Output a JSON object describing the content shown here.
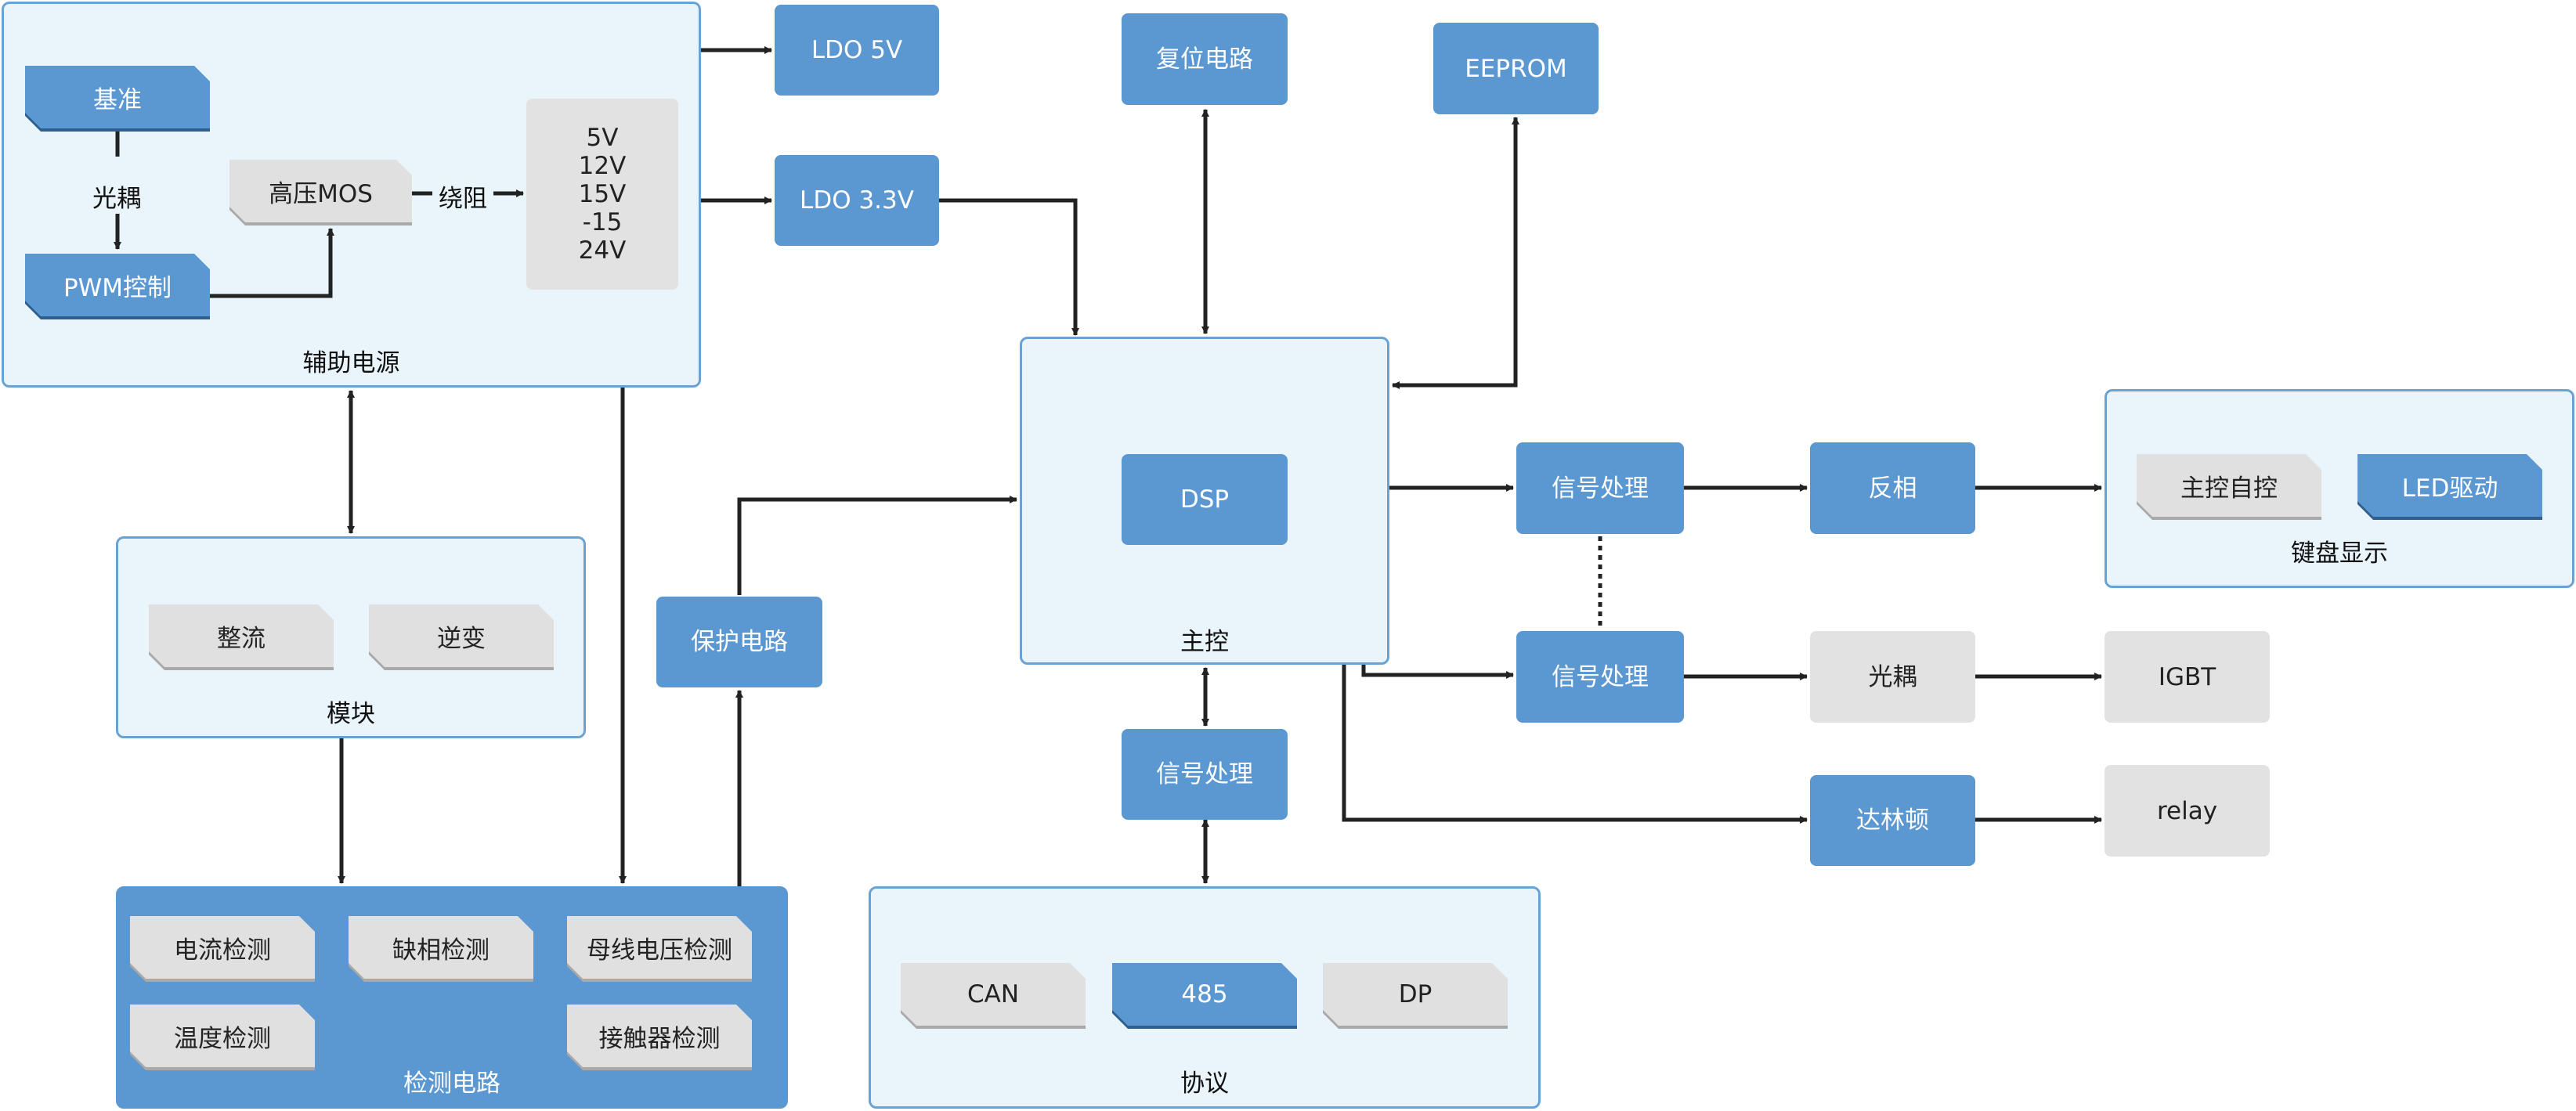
{
  "groups": {
    "aux_power": "辅助电源",
    "module": "模块",
    "detect": "检测电路",
    "main": "主控",
    "protocol": "协议",
    "keyboard": "键盘显示"
  },
  "aux": {
    "ref": "基准",
    "optocoupler": "光耦",
    "pwm": "PWM控制",
    "hv_mos": "高压MOS",
    "winding": "绕阻",
    "voltages": "5V\n12V\n15V\n-15\n24V"
  },
  "ldo5": "LDO 5V",
  "ldo33": "LDO 3.3V",
  "reset": "复位电路",
  "eeprom": "EEPROM",
  "dsp": "DSP",
  "module_items": {
    "rectifier": "整流",
    "inverter": "逆变"
  },
  "protect": "保护电路",
  "detect_items": {
    "current": "电流检测",
    "phase_loss": "缺相检测",
    "bus_voltage": "母线电压检测",
    "temperature": "温度检测",
    "contactor": "接触器检测"
  },
  "signal": {
    "bottom": "信号处理",
    "right_top": "信号处理",
    "right_mid": "信号处理"
  },
  "protocol_items": {
    "can": "CAN",
    "rs485": "485",
    "dp": "DP"
  },
  "invert": "反相",
  "optocoupler2": "光耦",
  "darlington": "达林顿",
  "igbt": "IGBT",
  "relay": "relay",
  "keyboard_items": {
    "main_ctrl": "主控自控",
    "led": "LED驱动"
  },
  "colors": {
    "blue": "#5b97d0",
    "light_bg": "#e9f4fb",
    "border": "#6aa3d3",
    "gray": "#e2e2e2",
    "line": "#222222"
  }
}
